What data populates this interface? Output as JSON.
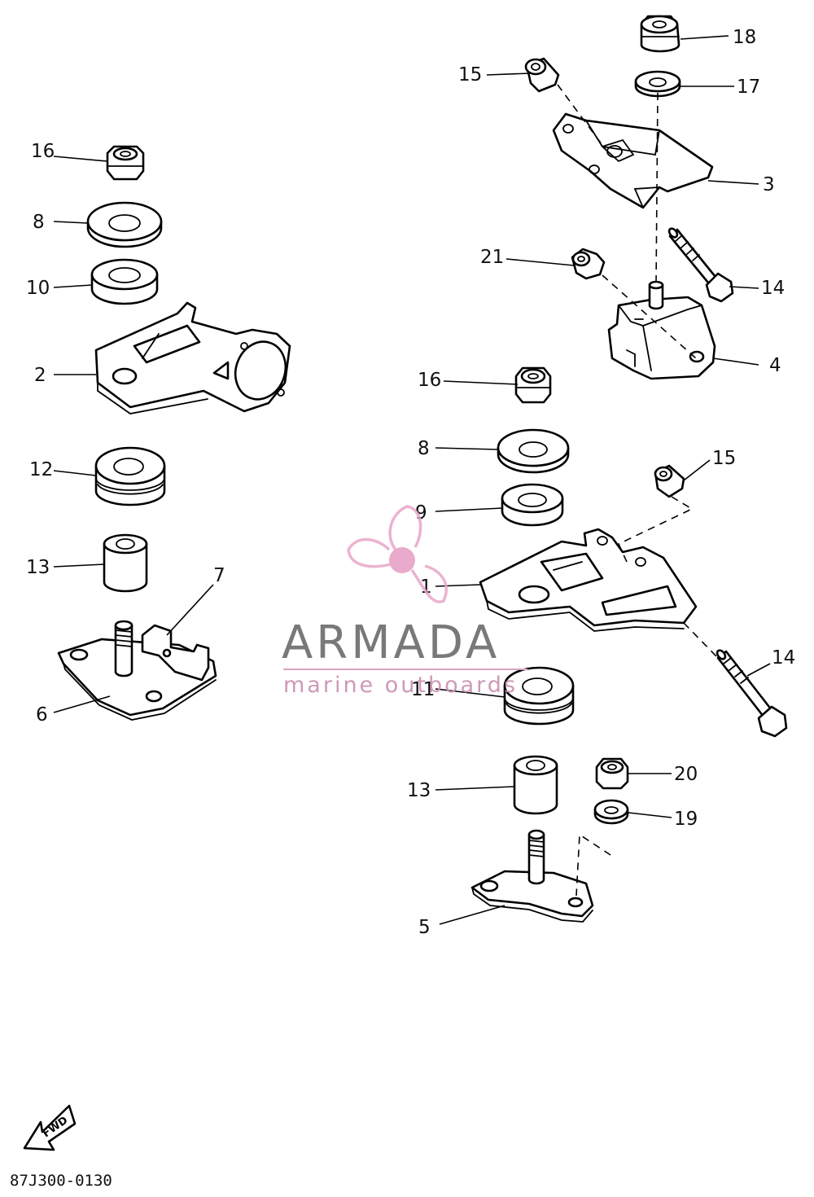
{
  "diagram": {
    "callouts": {
      "c18": "18",
      "c17": "17",
      "c15a": "15",
      "c3": "3",
      "c21": "21",
      "c14a": "14",
      "c4": "4",
      "c16a": "16",
      "c8a": "8",
      "c15b": "15",
      "c9": "9",
      "c1": "1",
      "c14b": "14",
      "c11": "11",
      "c13a": "13",
      "c20": "20",
      "c19": "19",
      "c5": "5",
      "c16b": "16",
      "c8b": "8",
      "c10": "10",
      "c2": "2",
      "c12": "12",
      "c13b": "13",
      "c7": "7",
      "c6": "6"
    },
    "direction_label": "FWD",
    "part_number": "87J300-0130"
  },
  "watermark": {
    "brand": "ARMADA",
    "tagline": "marine outboards",
    "logo": "propeller-logo",
    "logo_color": "#e8a6c8",
    "hub_color": "#e79cc2"
  }
}
